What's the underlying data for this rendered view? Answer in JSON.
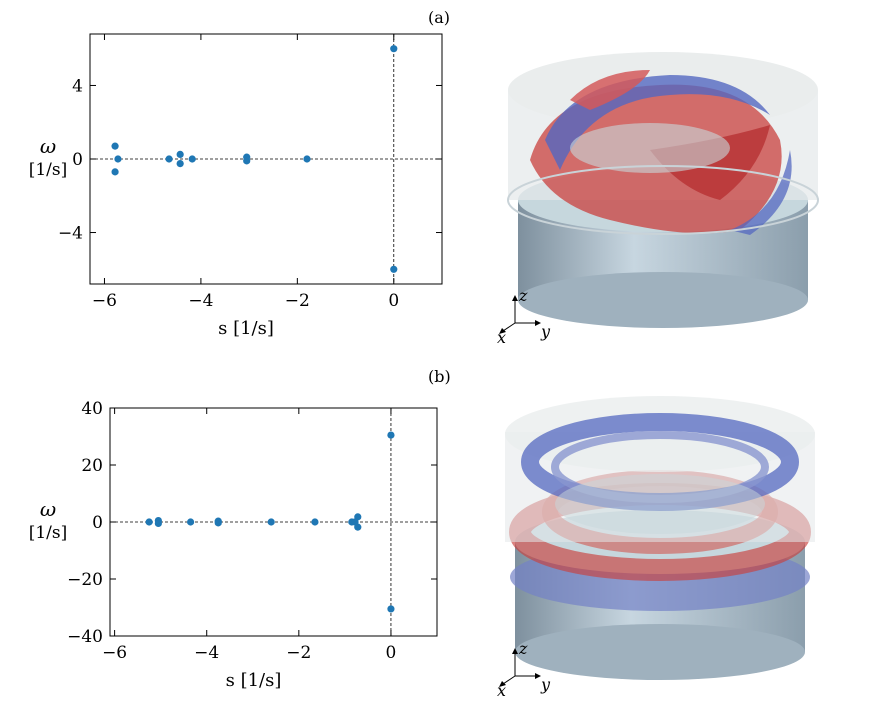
{
  "panels": [
    {
      "label": "(a)",
      "chart_data": {
        "type": "scatter",
        "xlabel": "s [1/s]",
        "ylabel_symbol": "ω",
        "ylabel_unit": "[1/s]",
        "xlim": [
          -6.3,
          1.0
        ],
        "ylim": [
          -6.8,
          6.8
        ],
        "xticks": [
          -6,
          -4,
          -2,
          0
        ],
        "xtick_labels": [
          "−6",
          "−4",
          "−2",
          "0"
        ],
        "yticks": [
          4,
          0,
          -4
        ],
        "ytick_labels": [
          "4",
          "0",
          "−4"
        ],
        "grid": false,
        "color": "#1f77b4",
        "points": [
          {
            "x": -5.78,
            "y": 0.7
          },
          {
            "x": -5.78,
            "y": -0.7
          },
          {
            "x": -5.72,
            "y": 0.0
          },
          {
            "x": -4.66,
            "y": 0.0
          },
          {
            "x": -4.43,
            "y": 0.25
          },
          {
            "x": -4.43,
            "y": -0.25
          },
          {
            "x": -4.18,
            "y": 0.0
          },
          {
            "x": -3.05,
            "y": 0.1
          },
          {
            "x": -3.05,
            "y": -0.1
          },
          {
            "x": -1.8,
            "y": 0.0
          },
          {
            "x": 0.0,
            "y": 6.0
          },
          {
            "x": 0.0,
            "y": -6.0
          }
        ]
      }
    },
    {
      "label": "(b)",
      "chart_data": {
        "type": "scatter",
        "xlabel": "s [1/s]",
        "ylabel_symbol": "ω",
        "ylabel_unit": "[1/s]",
        "xlim": [
          -6.1,
          1.0
        ],
        "ylim": [
          -40,
          40
        ],
        "xticks": [
          -6,
          -4,
          -2,
          0
        ],
        "xtick_labels": [
          "−6",
          "−4",
          "−2",
          "0"
        ],
        "yticks": [
          40,
          20,
          0,
          -20,
          -40
        ],
        "ytick_labels": [
          "40",
          "20",
          "0",
          "−20",
          "−40"
        ],
        "grid": false,
        "color": "#1f77b4",
        "points": [
          {
            "x": -5.25,
            "y": 0.0
          },
          {
            "x": -5.05,
            "y": 0.5
          },
          {
            "x": -5.05,
            "y": -0.5
          },
          {
            "x": -4.35,
            "y": 0.0
          },
          {
            "x": -3.75,
            "y": 0.3
          },
          {
            "x": -3.75,
            "y": -0.3
          },
          {
            "x": -2.6,
            "y": 0.0
          },
          {
            "x": -1.65,
            "y": 0.0
          },
          {
            "x": -0.85,
            "y": 0.0
          },
          {
            "x": -0.72,
            "y": 1.8
          },
          {
            "x": -0.72,
            "y": -1.8
          },
          {
            "x": -0.78,
            "y": 0.0
          },
          {
            "x": 0.0,
            "y": 30.5
          },
          {
            "x": 0.0,
            "y": -30.5
          }
        ]
      }
    }
  ],
  "axes_triad": {
    "z": "z",
    "x": "x",
    "y": "y"
  },
  "colors": {
    "positive": "#c9403e",
    "negative": "#5468c0",
    "cylinder": "#a8bccb"
  }
}
